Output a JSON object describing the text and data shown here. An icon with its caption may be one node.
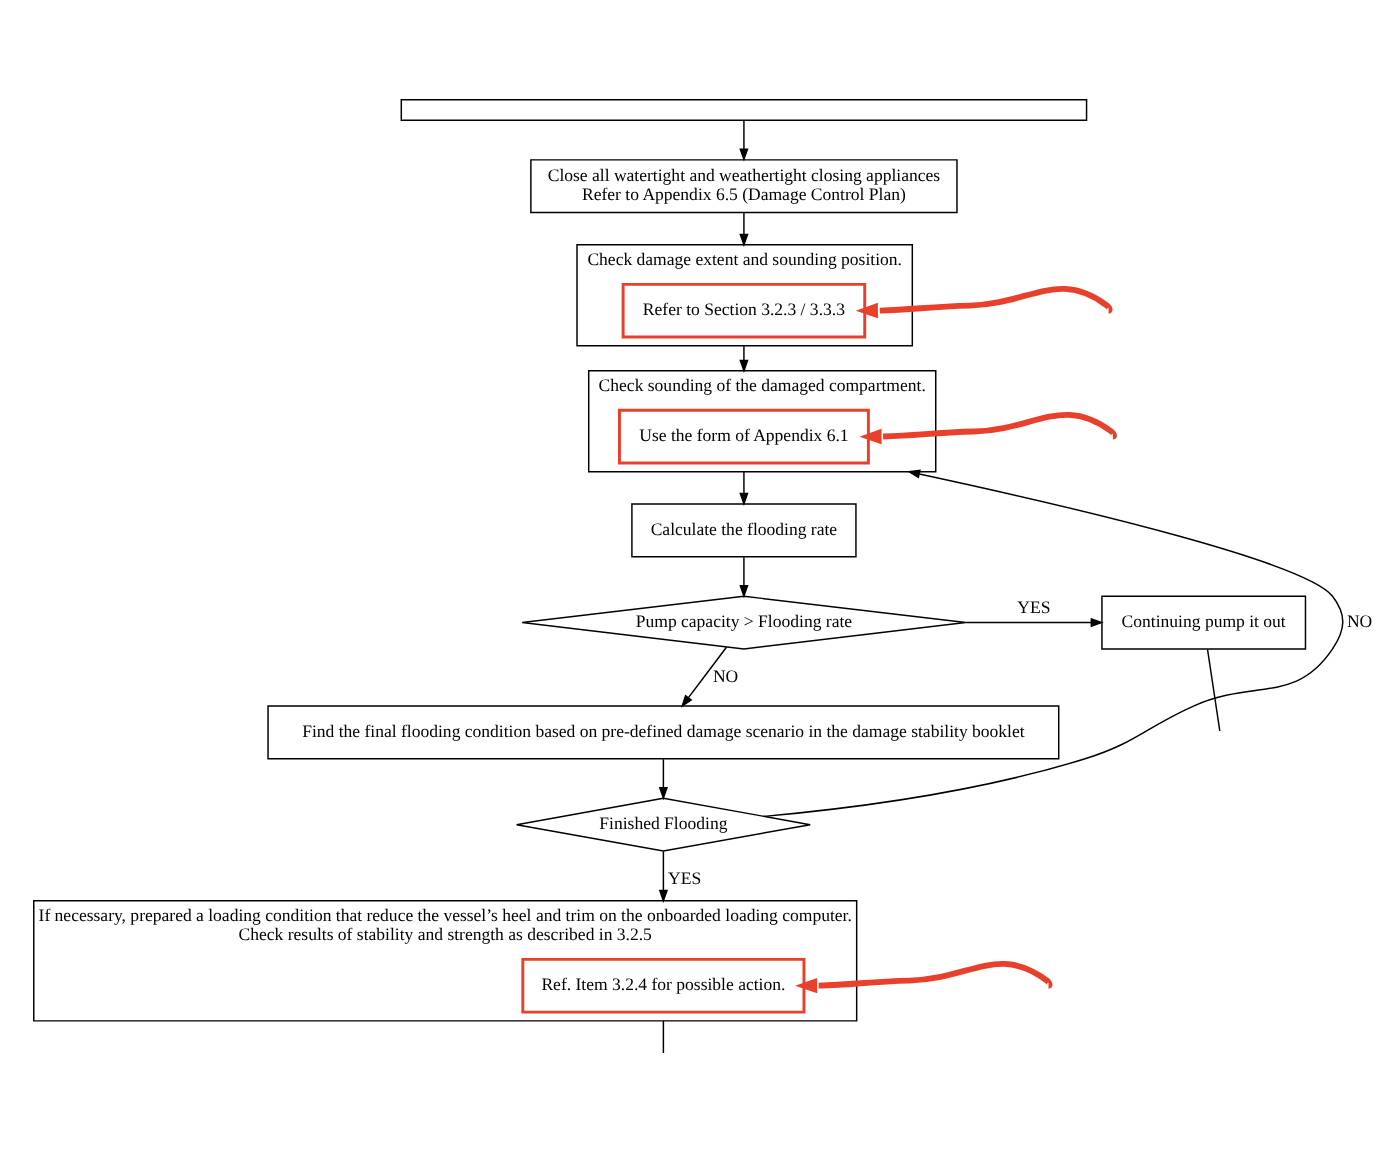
{
  "diagram": {
    "nodes": [
      {
        "text": [],
        "shape": "box"
      },
      {
        "text": [
          "Close all watertight and weathertight closing appliances",
          "Refer to Appendix 6.5 (Damage Control Plan)"
        ]
      },
      {
        "text": [
          "Check damage extent and sounding position."
        ]
      },
      {
        "text": [
          "Refer to Section 3.2.3 / 3.3.3"
        ],
        "in": 2
      },
      {
        "text": [
          "Check sounding of the damaged compartment."
        ]
      },
      {
        "text": [
          "Use the form of Appendix 6.1"
        ],
        "in": 4
      },
      {
        "text": [
          "Calculate the flooding rate"
        ]
      },
      {
        "text": [
          "Pump capacity > Flooding rate"
        ]
      },
      {
        "text": [
          "Continuing pump it out"
        ]
      },
      {
        "text": [
          "Find the final flooding condition based on pre-defined damage scenario in the damage stability booklet"
        ]
      },
      {
        "text": [
          "Finished Flooding"
        ]
      },
      {
        "text": [
          "If necessary, prepared a loading condition that reduce the vessel’s heel and trim on the onboarded loading computer.",
          "Check results of stability and strength as described in 3.2.5"
        ]
      },
      {
        "text": [
          "Ref. Item 3.2.4 for possible action."
        ],
        "in": 11
      }
    ],
    "edges": [
      {
        "from": 0,
        "to": 1,
        "arrow": "to"
      },
      {
        "from": 1,
        "to": 2,
        "arrow": "to"
      },
      {
        "from": 2,
        "to": 4,
        "arrow": "to"
      },
      {
        "from": 4,
        "to": 6,
        "arrow": "to"
      },
      {
        "from": 6,
        "to": 7,
        "arrow": "to"
      },
      {
        "from": 7,
        "to": 8,
        "arrow": "to",
        "label": "YES"
      },
      {
        "from": 7,
        "to": 9,
        "arrow": "to",
        "label": "NO"
      },
      {
        "from": 9,
        "to": 10,
        "arrow": "to"
      },
      {
        "from": 10,
        "to": 4,
        "arrow": "to",
        "label": "NO"
      },
      {
        "from": 10,
        "to": 11,
        "arrow": "to",
        "label": "YES"
      },
      {
        "from": 11,
        "to": null,
        "arrow": "none"
      },
      {
        "from": 8,
        "to": null,
        "arrow": "none"
      },
      {
        "from": null,
        "to": 3,
        "arrow": "to",
        "style": "thick",
        "color": "#e8402a"
      },
      {
        "from": null,
        "to": 5,
        "arrow": "to",
        "style": "thick",
        "color": "#e8402a"
      },
      {
        "from": null,
        "to": 12,
        "arrow": "to",
        "style": "thick",
        "color": "#e8402a"
      }
    ]
  }
}
